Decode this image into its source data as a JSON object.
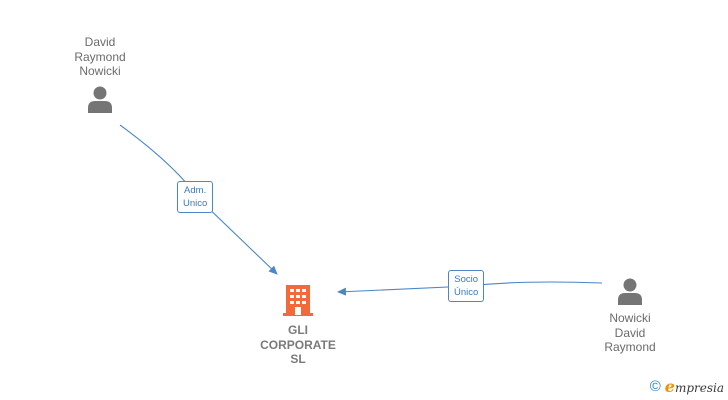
{
  "nodes": {
    "person_1": {
      "name": "David\nRaymond\nNowicki",
      "icon": "person-icon"
    },
    "person_2": {
      "name": "Nowicki\nDavid\nRaymond",
      "icon": "person-icon"
    },
    "company": {
      "name": "GLI\nCORPORATE\nSL",
      "icon": "building-icon"
    }
  },
  "edges": {
    "adm": {
      "label": "Adm.\nUnico"
    },
    "socio": {
      "label": "Socio\nÚnico"
    }
  },
  "colors": {
    "edge": "#4a86c8",
    "person": "#757575",
    "company": "#f26a3b",
    "brand_accent": "#f39200"
  },
  "brand": {
    "copyright": "©",
    "name_first": "e",
    "name_rest": "mpresia"
  }
}
